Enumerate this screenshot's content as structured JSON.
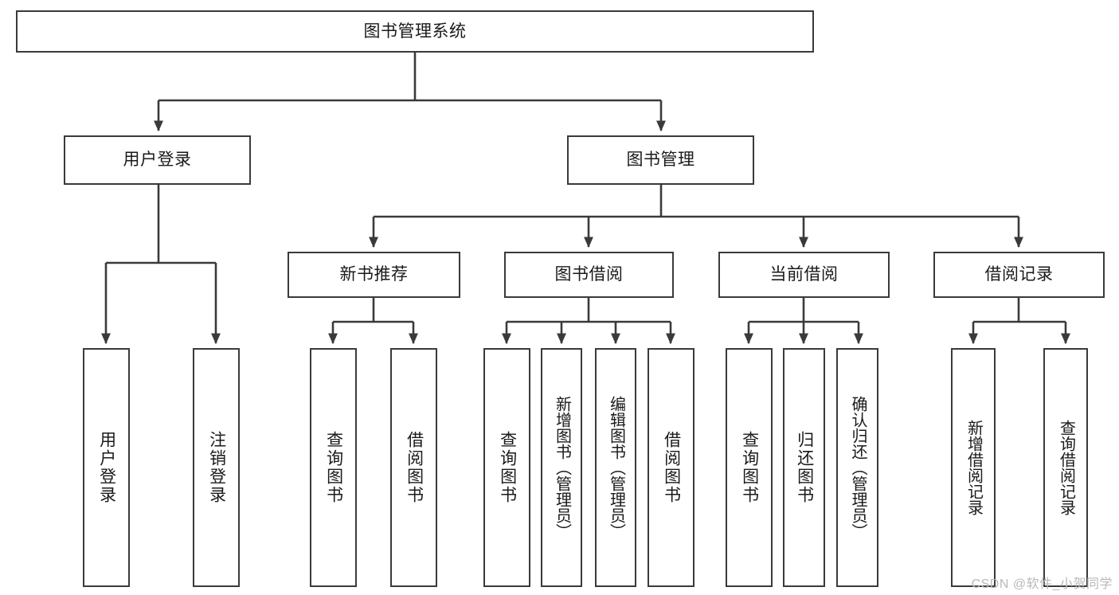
{
  "diagram": {
    "title": "图书管理系统",
    "type": "tree",
    "colors": {
      "box_stroke": "#3a3a3a",
      "box_fill": "#ffffff",
      "connector": "#3a3a3a",
      "text": "#1a1a1a",
      "watermark": "#b9b9b9"
    },
    "root": {
      "label": "图书管理系统",
      "orientation": "horizontal"
    },
    "level2": [
      {
        "label": "用户登录",
        "orientation": "horizontal"
      },
      {
        "label": "图书管理",
        "orientation": "horizontal"
      }
    ],
    "level3": [
      {
        "label": "新书推荐",
        "orientation": "horizontal"
      },
      {
        "label": "图书借阅",
        "orientation": "horizontal"
      },
      {
        "label": "当前借阅",
        "orientation": "horizontal"
      },
      {
        "label": "借阅记录",
        "orientation": "horizontal"
      }
    ],
    "leaves": {
      "user_login": [
        {
          "label": "用户登录",
          "orientation": "vertical"
        },
        {
          "label": "注销登录",
          "orientation": "vertical"
        }
      ],
      "new_book_recommend": [
        {
          "label": "查询图书",
          "orientation": "vertical"
        },
        {
          "label": "借阅图书",
          "orientation": "vertical"
        }
      ],
      "book_borrow": [
        {
          "label": "查询图书",
          "orientation": "vertical"
        },
        {
          "label": "新增图书（管理员）",
          "orientation": "vertical"
        },
        {
          "label": "编辑图书（管理员）",
          "orientation": "vertical"
        },
        {
          "label": "借阅图书",
          "orientation": "vertical"
        }
      ],
      "current_borrow": [
        {
          "label": "查询图书",
          "orientation": "vertical"
        },
        {
          "label": "归还图书",
          "orientation": "vertical"
        },
        {
          "label": "确认归还（管理员）",
          "orientation": "vertical"
        }
      ],
      "borrow_record": [
        {
          "label": "新增借阅记录",
          "orientation": "vertical"
        },
        {
          "label": "查询借阅记录",
          "orientation": "vertical"
        }
      ]
    },
    "watermark": "CSDN @软件_小贺同学"
  }
}
